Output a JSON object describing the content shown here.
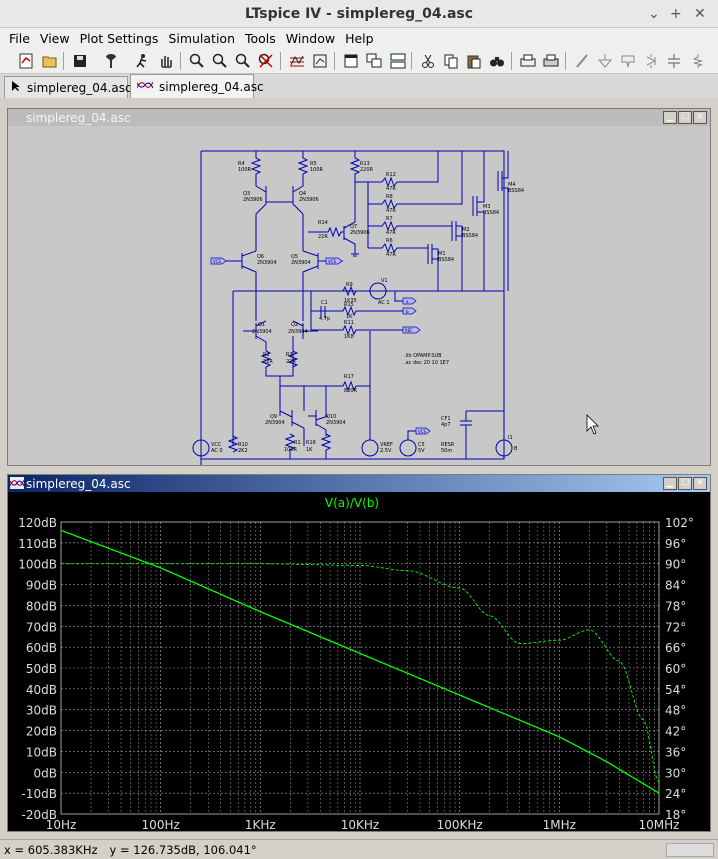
{
  "window": {
    "title": "LTspice IV - simplereg_04.asc",
    "controls": [
      "⌄",
      "+",
      "✕"
    ]
  },
  "menu": [
    "File",
    "View",
    "Plot Settings",
    "Simulation",
    "Tools",
    "Window",
    "Help"
  ],
  "toolbar": [
    "new-schematic-icon",
    "open-icon",
    "save-icon",
    "control-panel-icon",
    "run-icon",
    "halt-icon",
    "zoom-in-icon",
    "zoom-out-icon",
    "zoom-fit-icon",
    "zoom-cancel-icon",
    "autorange-icon",
    "plot-pane-icon",
    "schematic-pane-icon",
    "cascade-icon",
    "tile-icon",
    "cut-icon",
    "copy-icon",
    "paste-icon",
    "find-icon",
    "print-setup-icon",
    "print-icon",
    "wire-icon",
    "ground-icon",
    "label-icon",
    "diode-icon",
    "capacitor-icon"
  ],
  "tabs": [
    {
      "label": "simplereg_04.asc"
    },
    {
      "label": "simplereg_04.asc"
    }
  ],
  "schematic_window": {
    "title": "simplereg_04.asc"
  },
  "plot_window": {
    "title": "simplereg_04.asc"
  },
  "schematic": {
    "labels": [
      "R4",
      "100R",
      "R5",
      "100R",
      "R13",
      "220R",
      "R12",
      "47R",
      "R8",
      "47R",
      "R7",
      "47R",
      "R6",
      "47R",
      "M4",
      "BSS84",
      "M3",
      "BSS84",
      "M2",
      "BSS84",
      "M1",
      "BSS84",
      "Q3",
      "2N3906",
      "Q4",
      "2N3906",
      "R14",
      "22R",
      "Q7",
      "2N3906",
      "Q6",
      "2N3904",
      "Q5",
      "2N3904",
      "R9",
      "1K35",
      "V1",
      "AC 1",
      "R15",
      "1K",
      "C1",
      "4.7p",
      "R11",
      "1K8",
      "Q1",
      "2N3904",
      "Q2",
      "2N3904",
      "R2",
      "22R",
      "R3",
      "22R",
      "R17",
      "820R",
      "Q9",
      "2N3904",
      "Q10",
      "2N3904",
      "R1",
      "100R",
      "R18",
      "1K",
      "VCC",
      "AC 0",
      "R10",
      "2K2",
      "VREF",
      "2.5V",
      "C5",
      "5V",
      "CF1",
      "4p7",
      "RESR",
      "50m",
      "I1",
      "B",
      "VCS",
      "VCS",
      ".lib OPAMP.SUB",
      ".ac dec 20 10 1E7",
      "VCS",
      "a",
      "b",
      "REF"
    ]
  },
  "chart_data": {
    "type": "line",
    "title": "V(a)/V(b)",
    "x_scale": "log",
    "xlim": [
      10,
      10000000
    ],
    "x_ticks": [
      "10Hz",
      "100Hz",
      "1KHz",
      "10KHz",
      "100KHz",
      "1MHz",
      "10MHz"
    ],
    "y_left_ticks": [
      "120dB",
      "110dB",
      "100dB",
      "90dB",
      "80dB",
      "70dB",
      "60dB",
      "50dB",
      "40dB",
      "30dB",
      "20dB",
      "10dB",
      "0dB",
      "-10dB",
      "-20dB"
    ],
    "y_left_lim": [
      -20,
      120
    ],
    "y_right_ticks": [
      "102°",
      "96°",
      "90°",
      "84°",
      "78°",
      "72°",
      "66°",
      "60°",
      "54°",
      "48°",
      "42°",
      "36°",
      "30°",
      "24°",
      "18°"
    ],
    "y_right_lim": [
      18,
      102
    ],
    "colors": {
      "trace": "#00ff00",
      "background": "#000000",
      "grid": "#a0a0a0"
    },
    "series": [
      {
        "role": "magnitude",
        "axis": "left",
        "style": "solid",
        "x": [
          10,
          100,
          1000,
          10000,
          100000,
          1000000,
          3000000,
          10000000
        ],
        "y": [
          116,
          98,
          77,
          57,
          37,
          17,
          5,
          -10
        ]
      },
      {
        "role": "phase",
        "axis": "right",
        "style": "dashed",
        "x": [
          10,
          100,
          1000,
          10000,
          30000,
          100000,
          200000,
          400000,
          1000000,
          2000000,
          4000000,
          7000000,
          10000000
        ],
        "y": [
          90,
          90,
          90,
          89.5,
          88,
          83,
          75,
          67,
          68,
          71,
          62,
          45,
          27
        ]
      }
    ]
  },
  "status": {
    "x": "x = 605.383KHz",
    "y": "y = 126.735dB, 106.041°"
  }
}
